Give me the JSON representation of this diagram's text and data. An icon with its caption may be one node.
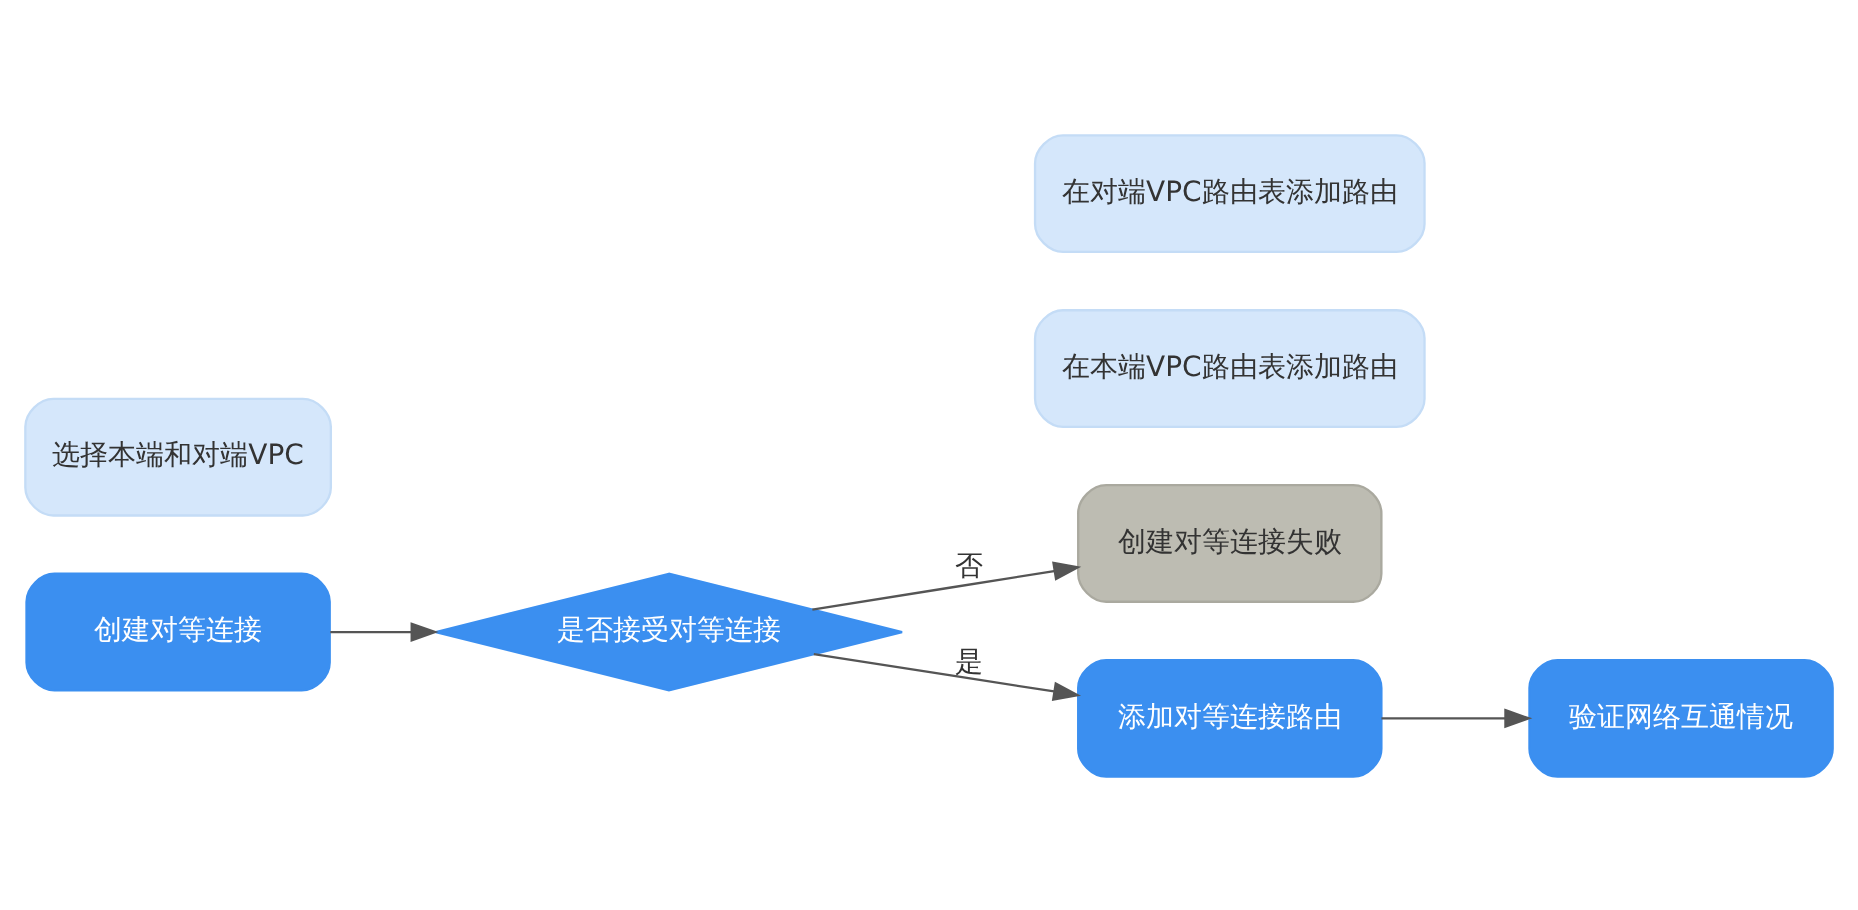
{
  "diagram": {
    "nodes": [
      {
        "text": [
          "创建对等连接"
        ]
      },
      {
        "text": [
          "选择本端和对端VPC"
        ]
      },
      {
        "text": [
          "是否接受对等连接"
        ]
      },
      {
        "text": [
          "创建对等连接失败"
        ]
      },
      {
        "text": [
          "添加对等连接路由"
        ]
      },
      {
        "text": [
          "在本端VPC路由表添加路由"
        ]
      },
      {
        "text": [
          "在对端VPC路由表添加路由"
        ]
      },
      {
        "text": [
          "验证网络互通情况"
        ]
      }
    ],
    "edges": [
      {
        "from": 0,
        "to": 2,
        "arrow": "to"
      },
      {
        "from": 2,
        "to": 3,
        "arrow": "to",
        "label": "否"
      },
      {
        "from": 2,
        "to": 4,
        "arrow": "to",
        "label": "是"
      },
      {
        "from": 4,
        "to": 7,
        "arrow": "to"
      }
    ]
  }
}
